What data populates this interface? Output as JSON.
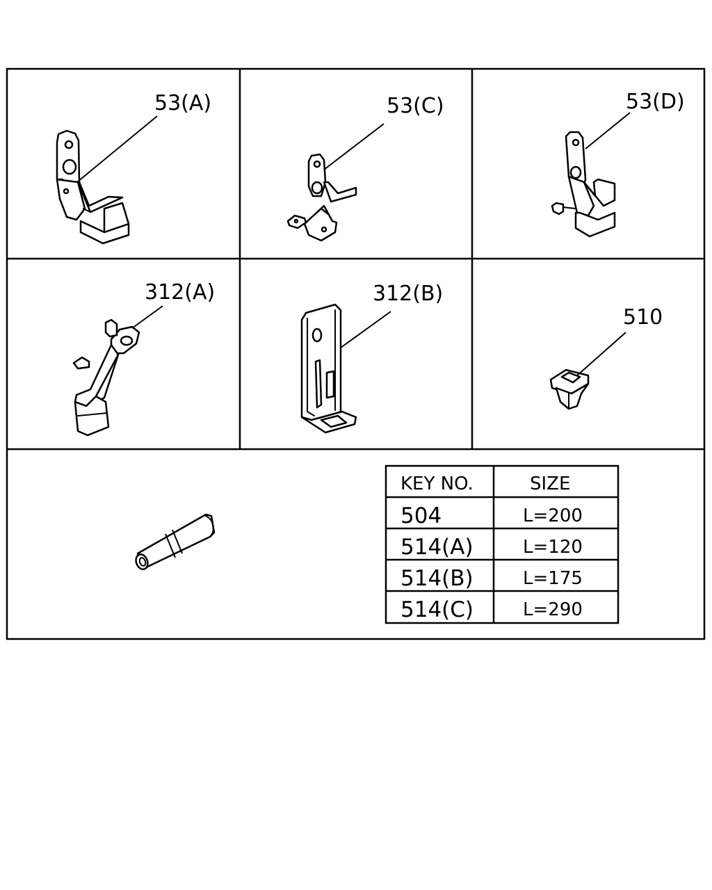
{
  "callouts": {
    "p53a": "53(A)",
    "p53c": "53(C)",
    "p53d": "53(D)",
    "p312a": "312(A)",
    "p312b": "312(B)",
    "p510": "510"
  },
  "size_table": {
    "headers": [
      "KEY NO.",
      "SIZE"
    ],
    "rows": [
      {
        "key": "504",
        "size": "L=200"
      },
      {
        "key": "514(A)",
        "size": "L=120"
      },
      {
        "key": "514(B)",
        "size": "L=175"
      },
      {
        "key": "514(C)",
        "size": "L=290"
      }
    ]
  }
}
